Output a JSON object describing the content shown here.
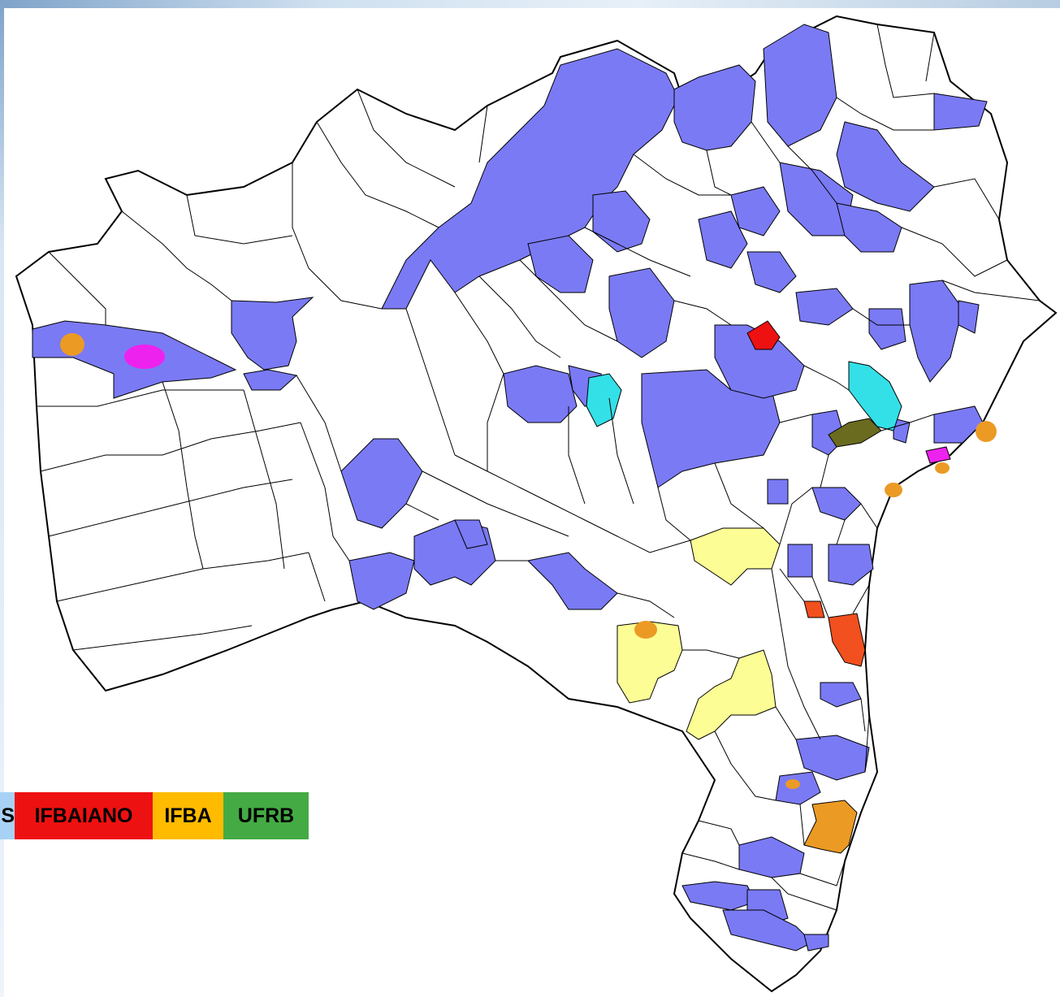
{
  "colors": {
    "region_fill": "#7a7af5",
    "cyan_fill": "#33e0e8",
    "yellow_fill": "#fdfd96",
    "red_fill": "#ee1111",
    "orange_red_fill": "#f2501e",
    "olive_fill": "#6b6b1f",
    "magenta_fill": "#ee22ee",
    "orange_fill": "#eb9a24",
    "outline": "#000000",
    "background": "#ffffff"
  },
  "legend": [
    {
      "label": "S",
      "color": "#a8d2f5"
    },
    {
      "label": "IFBAIANO",
      "color": "#ee1111"
    },
    {
      "label": "IFBA",
      "color": "#ffbb00"
    },
    {
      "label": "UFRB",
      "color": "#44aa44"
    }
  ]
}
